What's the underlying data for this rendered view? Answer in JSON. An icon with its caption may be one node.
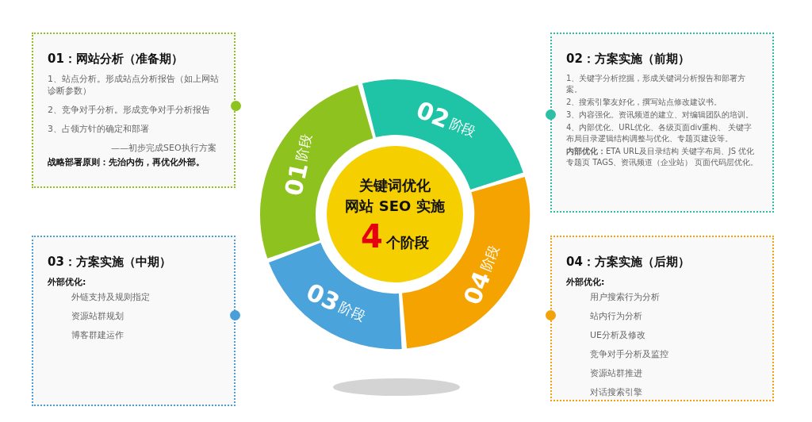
{
  "diagram": {
    "nodes": [
      {
        "text": [
          "01：网站分析（准备期）",
          "1、站点分析。形成站点分析报告（如上网站诊断参数）",
          "2、竞争对手分析。形成竞争对手分析报告",
          "3、占领方针的确定和部署",
          "——初步完成SEO执行方案",
          "战略部署原则：先治内伤，再优化外部。"
        ]
      },
      {
        "text": [
          "02：方案实施（前期）",
          "1、关键字分析挖掘，形成关键词分析报告和部署方案。",
          "2、搜索引擎友好化，撰写站点修改建议书。",
          "3、内容强化。资讯频道的建立、对编辑团队的培训。",
          "4、内部优化、URL优化、各级页面div重构、 关键字布局目录逻辑结构调整与优化、专题页建设等。",
          "**内部优化：**ETA URL及目录结构 关键字布局、JS 优化专题页 TAGS、资讯频道（企业站） 页面代码层优化。"
        ]
      },
      {
        "text": [
          "03：方案实施（中期）",
          "外部优化:",
          "外链支持及规则指定",
          "资源站群规划",
          "博客群建运作"
        ]
      },
      {
        "text": [
          "04：方案实施（后期）",
          "外部优化:",
          "用户搜索行为分析",
          "站内行为分析",
          "UE分析及修改",
          "竞争对手分析及监控",
          "资源站群推进",
          "对话搜索引擎"
        ]
      },
      {
        "text": [
          "01",
          "阶段"
        ]
      },
      {
        "text": [
          "02",
          "阶段"
        ]
      },
      {
        "text": [
          "04",
          "阶段"
        ]
      },
      {
        "text": [
          "03",
          "阶段"
        ]
      },
      {
        "text": [
          "关键词优化",
          "网站 SEO 实施",
          "4",
          "个阶段"
        ]
      }
    ]
  }
}
